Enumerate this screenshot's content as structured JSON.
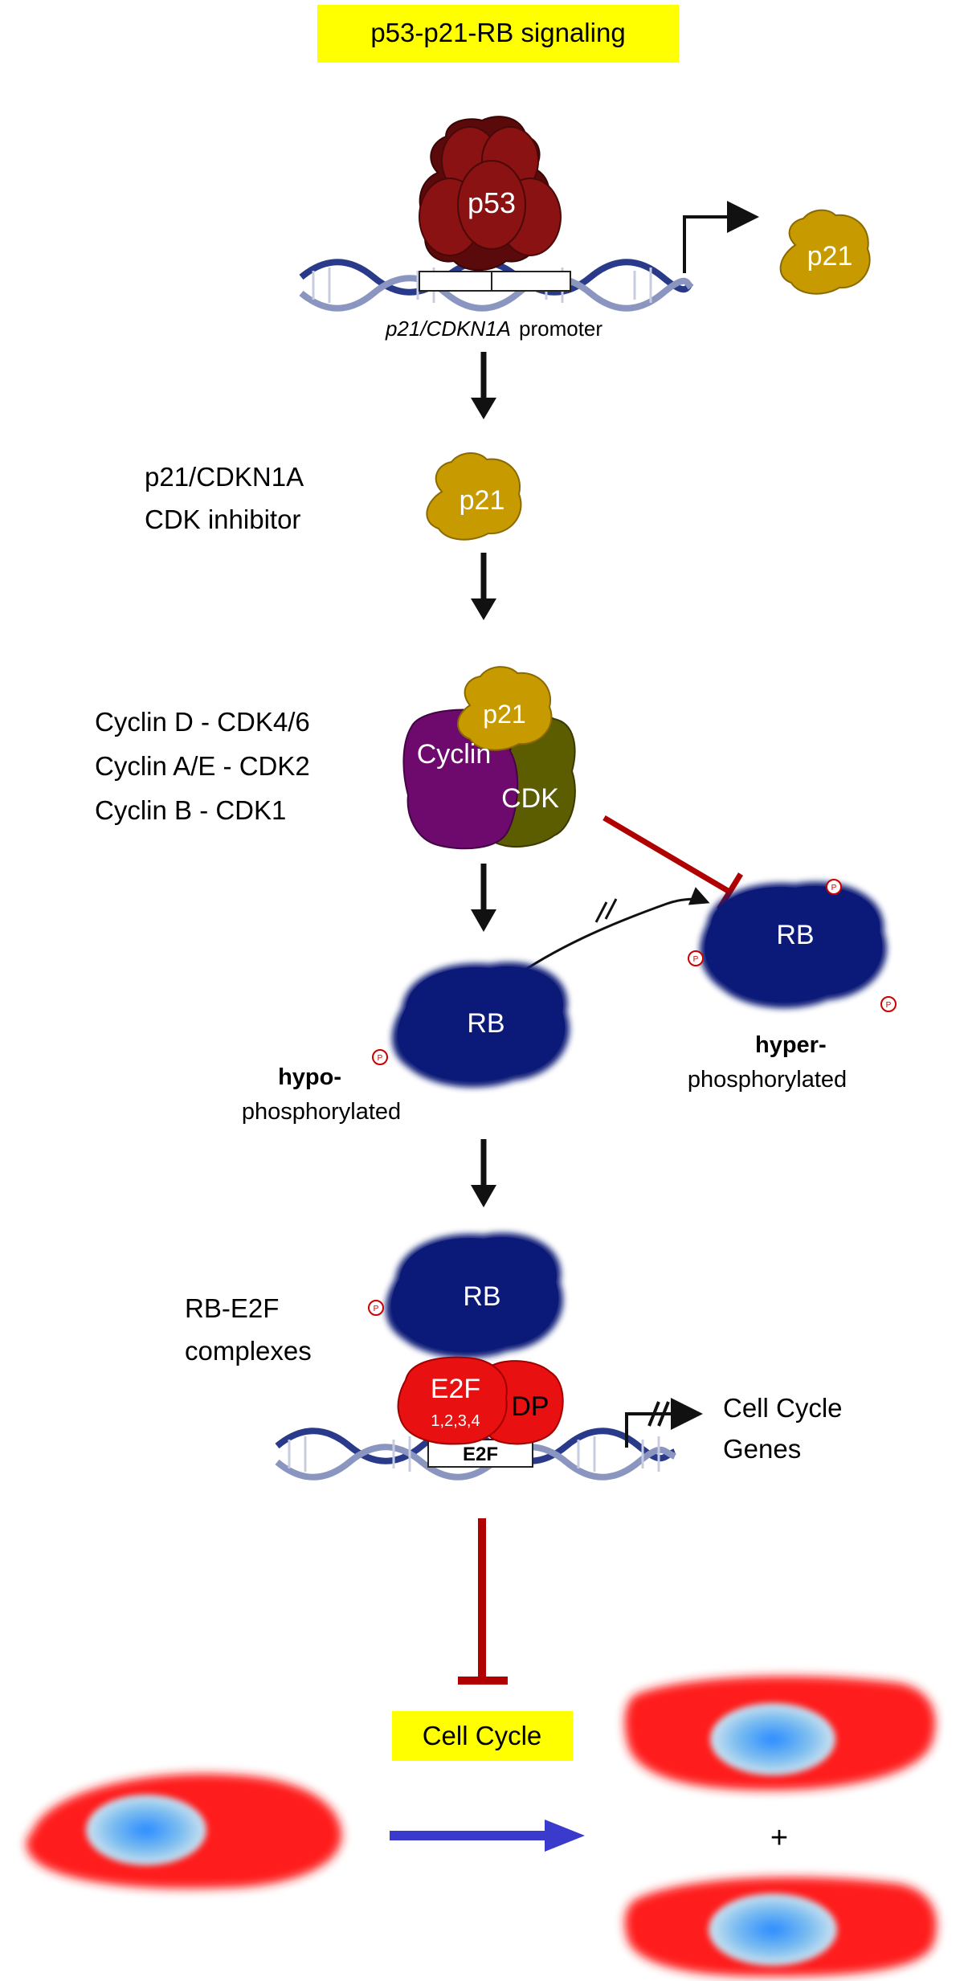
{
  "title": "p53-p21-RB signaling",
  "promoter": {
    "name_italic": "p21/CDKN1A",
    "suffix": "promoter"
  },
  "proteins": {
    "p53": "p53",
    "p21": "p21",
    "cyclin": "Cyclin",
    "cdk": "CDK",
    "rb": "RB",
    "e2f": "E2F",
    "e2f_isoforms": "1,2,3,4",
    "dp": "DP",
    "e2f_site": "E2F",
    "phospho": "P"
  },
  "labels": {
    "p21_name": "p21/CDKN1A",
    "p21_role": "CDK inhibitor",
    "cyclin_pairs": [
      "Cyclin D - CDK4/6",
      "Cyclin A/E - CDK2",
      "Cyclin B - CDK1"
    ],
    "hypo_bold": "hypo-",
    "hypo_rest": "phosphorylated",
    "hyper_bold": "hyper-",
    "hyper_rest": "phosphorylated",
    "complex_line1": "RB-E2F",
    "complex_line2": "complexes",
    "genes_line1": "Cell Cycle",
    "genes_line2": "Genes",
    "cell_cycle": "Cell Cycle",
    "plus": "+"
  },
  "colors": {
    "title_bg": "#ffff00",
    "p53": "#7a0f0f",
    "p21": "#c79a00",
    "cyclin": "#7a0f7a",
    "cdk": "#6b6b00",
    "rb": "#0b1a78",
    "e2f": "#e81010",
    "inhibition": "#b00000",
    "arrow": "#111111",
    "cell": "#ff1a1a",
    "nucleus": "#3aa0f0",
    "division_arrow": "#3a3acc"
  }
}
